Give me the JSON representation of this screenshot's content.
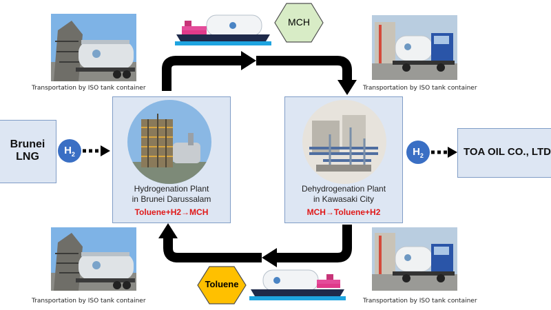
{
  "colors": {
    "box_fill": "#dde6f3",
    "box_border": "#7f9cc6",
    "arrow": "#000000",
    "h2_circle": "#3a6fc4",
    "mch_hex": "#d8ecc6",
    "toluene_hex": "#ffc000",
    "formula_red": "#e01818"
  },
  "captions": {
    "top_left": "Transportation by ISO tank container",
    "top_right": "Transportation by ISO tank container",
    "bottom_left": "Transportation by ISO tank container",
    "bottom_right": "Transportation by ISO tank container"
  },
  "source": {
    "line1": "Brunei",
    "line2": "LNG"
  },
  "destination": {
    "label": "TOA OIL CO., LTD"
  },
  "h2": {
    "letter": "H",
    "subscript": "2"
  },
  "hexagons": {
    "top": "MCH",
    "bottom": "Toluene"
  },
  "hydrogenation_plant": {
    "line1": "Hydrogenation Plant",
    "line2": "in Brunei Darussalam",
    "formula": "Toluene+H2→MCH"
  },
  "dehydrogenation_plant": {
    "line1": "Dehydrogenation Plant",
    "line2": "in Kawasaki City",
    "formula": "MCH→Toluene+H2"
  }
}
